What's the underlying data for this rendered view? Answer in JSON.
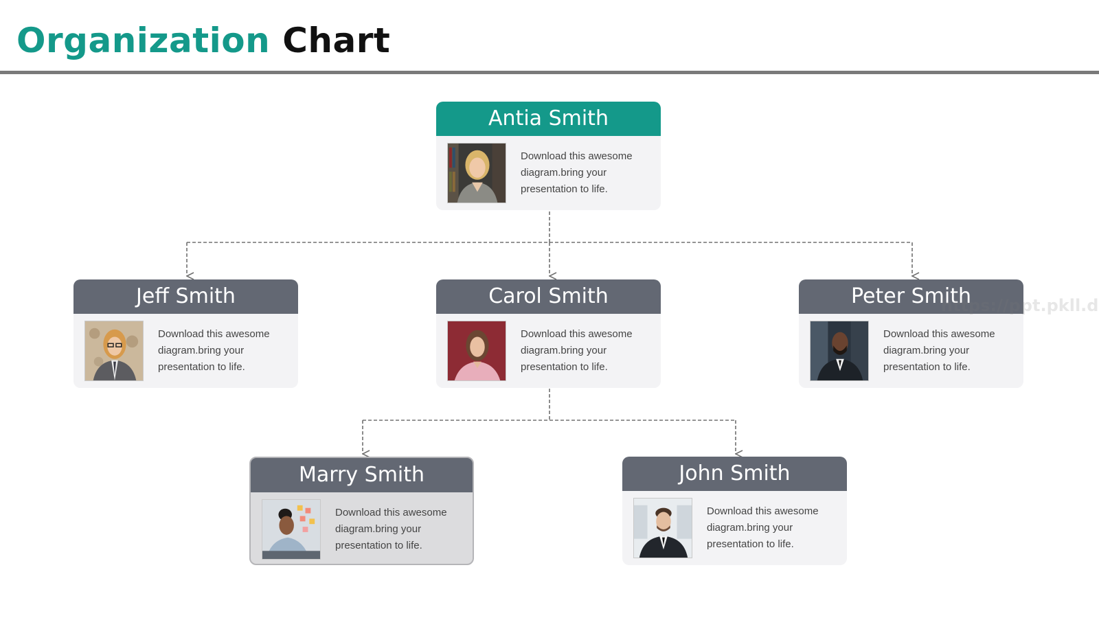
{
  "title": {
    "accent": "Organization",
    "rest": "Chart"
  },
  "colors": {
    "accent": "#14998a",
    "header": "#636873",
    "card": "#f3f3f5"
  },
  "watermark": "https://ppt.pkll.de",
  "people": {
    "antia": {
      "name": "Antia Smith",
      "desc": "Download this awesome diagram.bring your presentation to life.",
      "photo": "woman-blonde-portrait"
    },
    "jeff": {
      "name": "Jeff Smith",
      "desc": "Download this awesome diagram.bring your presentation to life.",
      "photo": "woman-glasses-portrait"
    },
    "carol": {
      "name": "Carol Smith",
      "desc": "Download this awesome diagram.bring your presentation to life.",
      "photo": "woman-red-background-portrait"
    },
    "peter": {
      "name": "Peter Smith",
      "desc": "Download this awesome diagram.bring your presentation to life.",
      "photo": "man-suit-portrait"
    },
    "marry": {
      "name": "Marry Smith",
      "desc": "Download this awesome diagram.bring your presentation to life.",
      "photo": "woman-office-portrait"
    },
    "john": {
      "name": "John Smith",
      "desc": "Download this awesome diagram.bring your presentation to life.",
      "photo": "man-office-portrait"
    }
  }
}
